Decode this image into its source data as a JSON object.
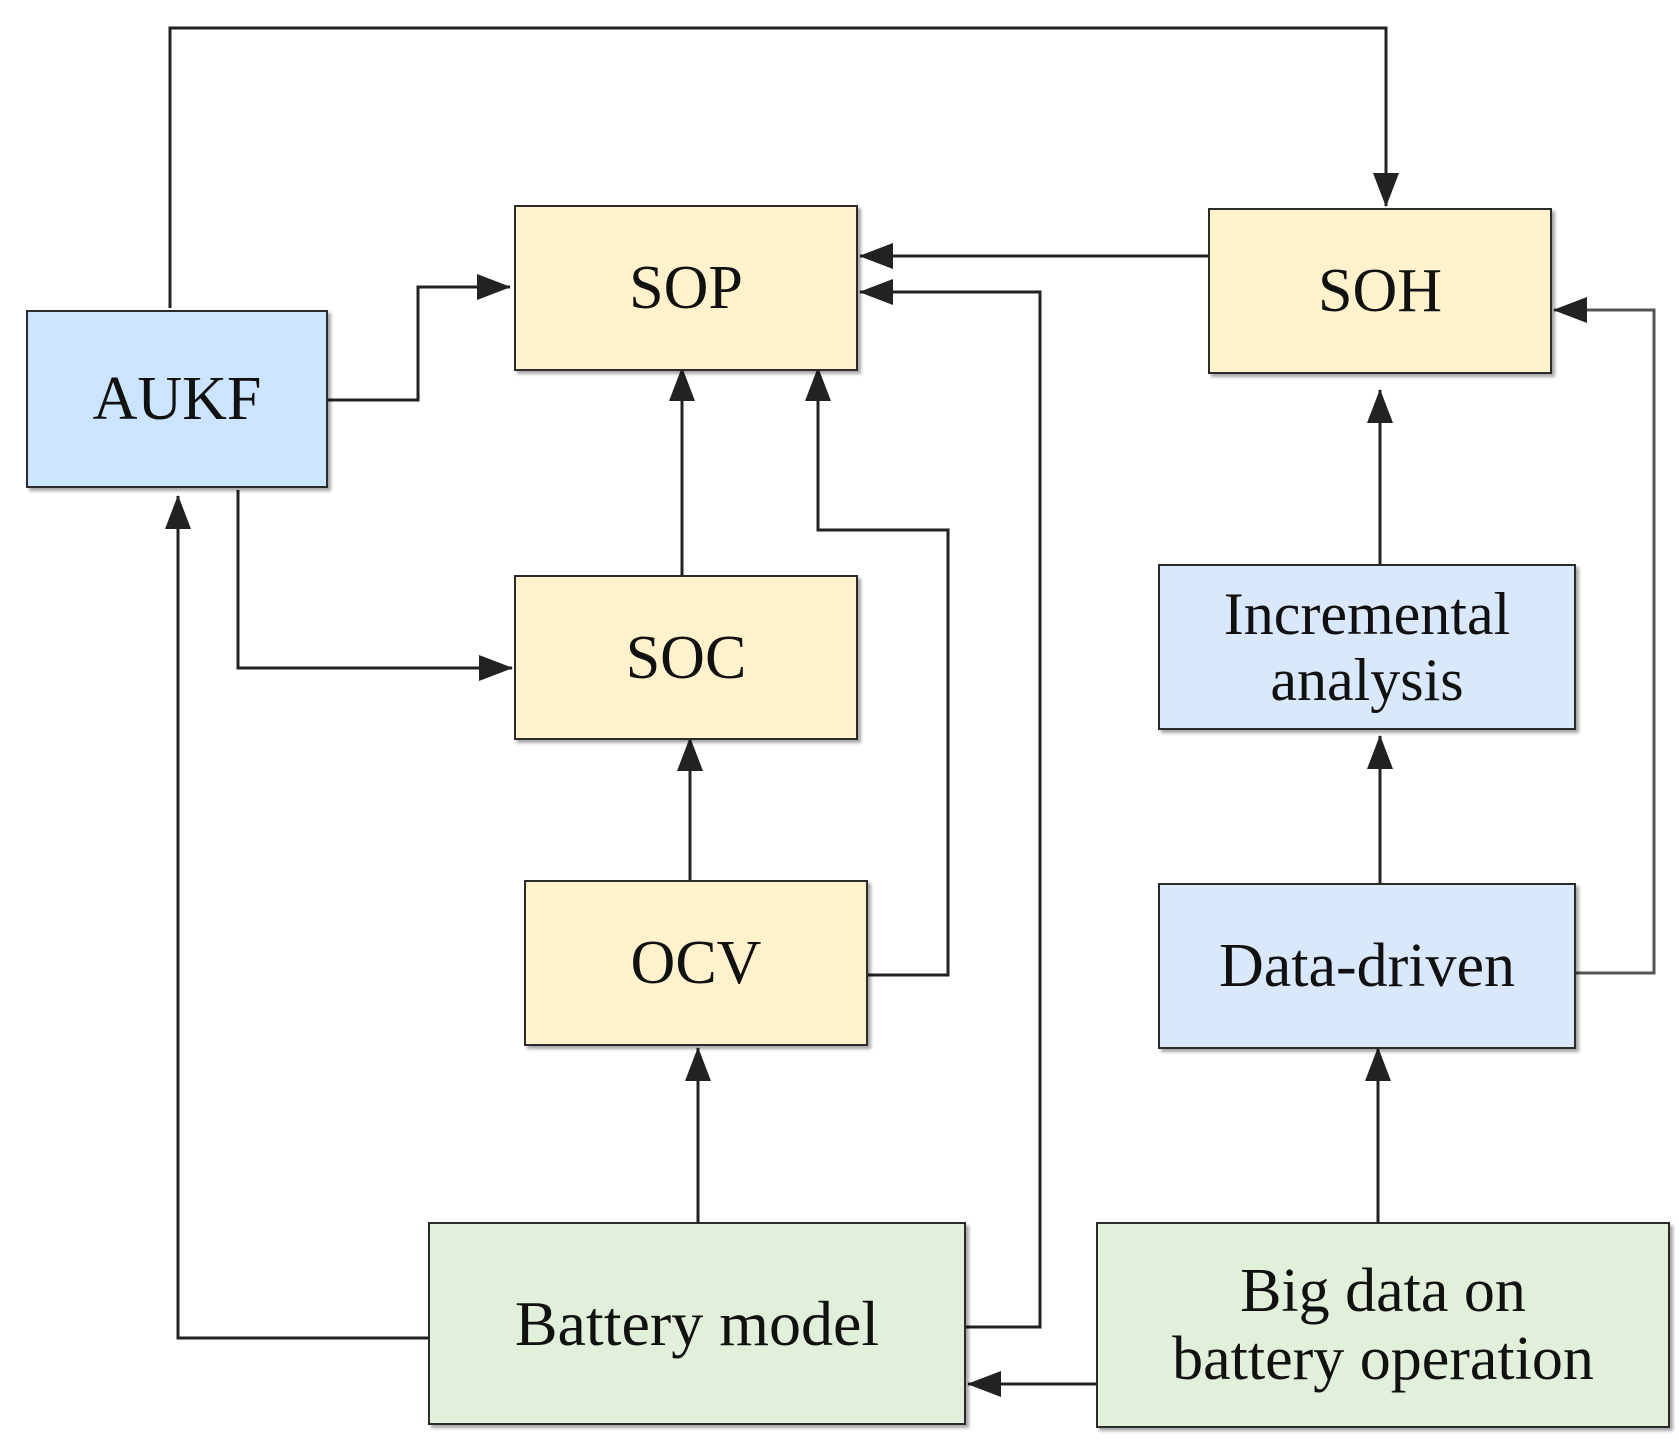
{
  "colors": {
    "state_box": "#fff2cc",
    "method_box": "#dae8fc",
    "filter_box": "#cce5ff",
    "source_box": "#e2efda",
    "line": "#222222"
  },
  "nodes": {
    "aukf": {
      "label": "AUKF"
    },
    "sop": {
      "label": "SOP"
    },
    "soh": {
      "label": "SOH"
    },
    "soc": {
      "label": "SOC"
    },
    "ocv": {
      "label": "OCV"
    },
    "incremental": {
      "line1": "Incremental",
      "line2": "analysis"
    },
    "data_driven": {
      "label": "Data-driven"
    },
    "battery_model": {
      "label": "Battery model"
    },
    "big_data": {
      "line1": "Big data on",
      "line2": "battery operation"
    }
  }
}
